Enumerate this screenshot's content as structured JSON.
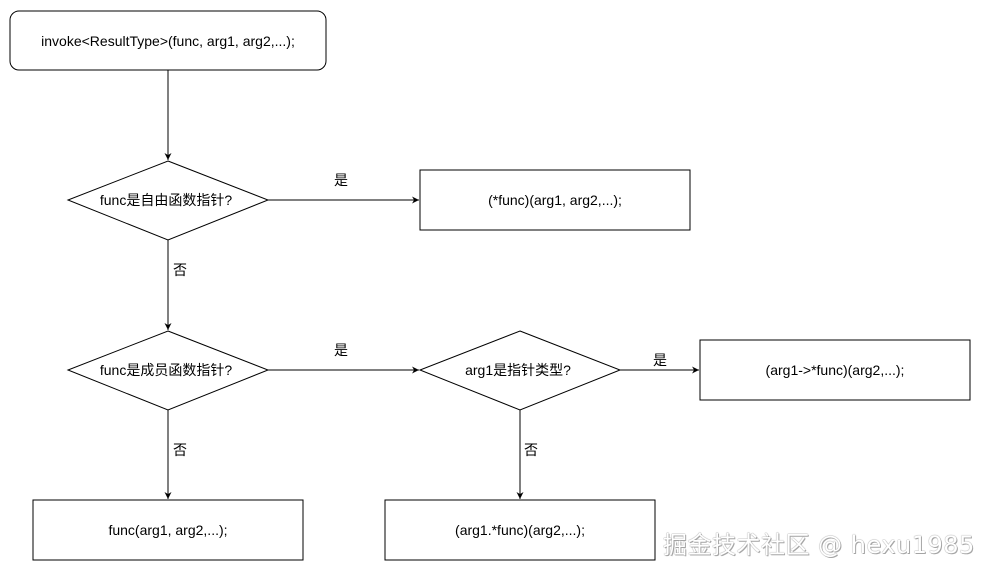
{
  "nodes": {
    "start": "invoke<ResultType>(func, arg1, arg2,...);",
    "is_free_func": "func是自由函数指针?",
    "call_free": "(*func)(arg1, arg2,...);",
    "is_member_func": "func是成员函数指针?",
    "is_arg1_pointer": "arg1是指针类型?",
    "call_member_ptr": "(arg1->*func)(arg2,...);",
    "call_plain": "func(arg1, arg2,...);",
    "call_member_ref": "(arg1.*func)(arg2,...);"
  },
  "edges": {
    "yes": "是",
    "no": "否"
  },
  "watermark": "掘金技术社区 @ hexu1985"
}
